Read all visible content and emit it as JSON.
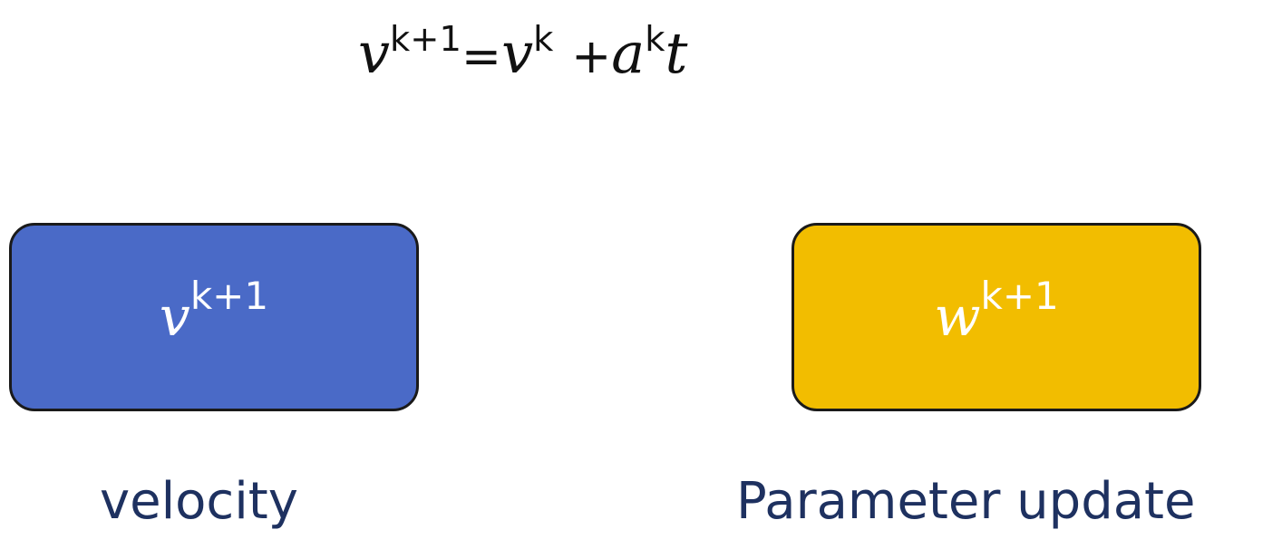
{
  "equation": {
    "lhs_base": "v",
    "lhs_sup": "k+1",
    "equals": "=",
    "term1_base": "v",
    "term1_sup": "k",
    "plus": "+",
    "term2_base": "a",
    "term2_sup": "k",
    "term2_tail": "t"
  },
  "boxes": [
    {
      "base": "v",
      "sup": "k+1",
      "caption": "velocity",
      "fill_color": "#4a6ac7",
      "caption_color": "#1e3160"
    },
    {
      "base": "w",
      "sup": "k+1",
      "caption": "Parameter update",
      "fill_color": "#f2bd00",
      "caption_color": "#1e3160"
    }
  ]
}
